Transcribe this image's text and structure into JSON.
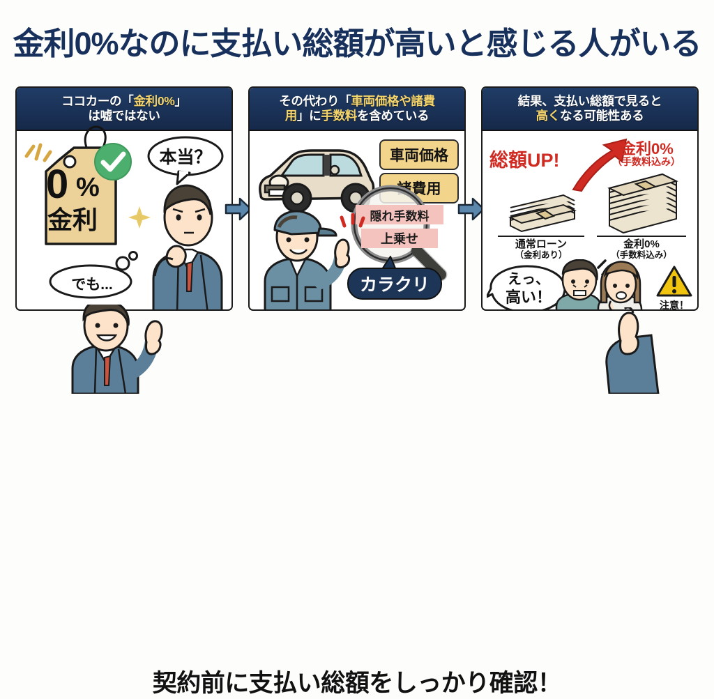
{
  "title": "金利0%なのに支払い総額が高いと感じる人がいる",
  "caption": "契約前に支払い総額をしっかり確認！",
  "colors": {
    "background": "#fdfdfb",
    "title_navy": "#17305c",
    "header_navy": "#1b3457",
    "highlight_yellow": "#f5d56b",
    "tag_gold": "#ecd199",
    "check_green": "#4caf6d",
    "alert_red": "#cf2b23",
    "pink_band": "#f4c3bd",
    "arrow_blue": "#5b87ad",
    "suit_blue": "#5c7f99",
    "tie_red": "#c9543f",
    "car_beige": "#e8ddc8"
  },
  "panels": [
    {
      "id": "panel-1",
      "header": {
        "line1_pre": "ココカーの「",
        "line1_hl": "金利0%",
        "line1_post": "」",
        "line2": "は嘘ではない"
      },
      "art": {
        "tag_percent": "0",
        "tag_percent_sign": "%",
        "tag_word": "金利",
        "speech_bubble": "本当？",
        "thought_bubble": "でも...",
        "check_icon": "check-mark"
      }
    },
    {
      "id": "panel-2",
      "header": {
        "line1_pre": "その代わり「",
        "line1_hl": "車両価格や諸費",
        "line2_hl_a": "用",
        "line2_mid": "」に",
        "line2_hl_b": "手数料",
        "line2_post": "を含めている"
      },
      "art": {
        "box_1": "車両価格",
        "box_2": "諸費用",
        "mag_band_1": "隠れ手数料",
        "mag_band_2": "上乗せ",
        "pill": "カラクリ",
        "car_icon": "car-icon",
        "mechanic_icon": "mechanic-person-icon",
        "magnifier_icon": "magnifying-glass-icon"
      }
    },
    {
      "id": "panel-3",
      "header": {
        "line1": "結果、支払い総額で見ると",
        "line2_hl": "高く",
        "line2_post": "なる可能性ある"
      },
      "art": {
        "up_label": "総額UP!",
        "right_label_main": "金利0%",
        "right_label_sub": "（手数料込み）",
        "stack_left_main": "通常ローン",
        "stack_left_sub": "（金利あり）",
        "stack_right_main": "金利0%",
        "stack_right_sub": "（手数料込み）",
        "speech_bubble_l1": "えっ、",
        "speech_bubble_l2": "高い！",
        "warning_label": "注意！",
        "warning_icon": "warning-triangle-icon",
        "arrow_icon": "red-up-arrow-icon"
      }
    }
  ],
  "flow_arrows": [
    {
      "name": "flow-arrow-1"
    },
    {
      "name": "flow-arrow-2"
    }
  ]
}
